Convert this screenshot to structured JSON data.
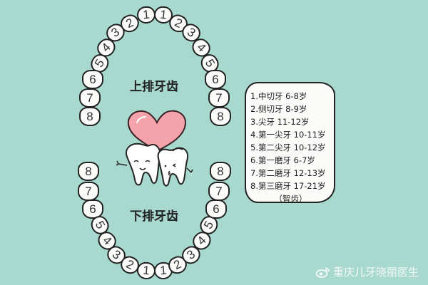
{
  "labels": {
    "upper": "上排牙齿",
    "lower": "下排牙齿"
  },
  "upper_teeth": {
    "left": [
      {
        "n": "1"
      },
      {
        "n": "2"
      },
      {
        "n": "3"
      },
      {
        "n": "4"
      },
      {
        "n": "5"
      },
      {
        "n": "6"
      },
      {
        "n": "7"
      },
      {
        "n": "8"
      }
    ],
    "right": [
      {
        "n": "1"
      },
      {
        "n": "2"
      },
      {
        "n": "3"
      },
      {
        "n": "4"
      },
      {
        "n": "5"
      },
      {
        "n": "6"
      },
      {
        "n": "7"
      },
      {
        "n": "8"
      }
    ]
  },
  "lower_teeth": {
    "left": [
      {
        "n": "1"
      },
      {
        "n": "2"
      },
      {
        "n": "3"
      },
      {
        "n": "4"
      },
      {
        "n": "5"
      },
      {
        "n": "6"
      },
      {
        "n": "7"
      },
      {
        "n": "8"
      }
    ],
    "right": [
      {
        "n": "1"
      },
      {
        "n": "2"
      },
      {
        "n": "3"
      },
      {
        "n": "4"
      },
      {
        "n": "5"
      },
      {
        "n": "6"
      },
      {
        "n": "7"
      },
      {
        "n": "8"
      }
    ]
  },
  "legend": {
    "items": [
      "1.中切牙  6-8岁",
      "2.侧切牙  8-9岁",
      "3.尖牙  11-12岁",
      "4.第一尖牙  10-11岁",
      "5.第二尖牙  10-12岁",
      "6.第一磨牙  6-7岁",
      "7.第二磨牙  12-13岁",
      "8.第三磨牙  17-21岁"
    ],
    "note": "（智齿）"
  },
  "watermark": {
    "text": "重庆儿牙晓丽医生",
    "icon": "weibo-icon"
  },
  "colors": {
    "background": "#a8d9cf",
    "tooth_fill": "#fbfbf9",
    "outline": "#222222",
    "heart": "#f5a3ab"
  }
}
